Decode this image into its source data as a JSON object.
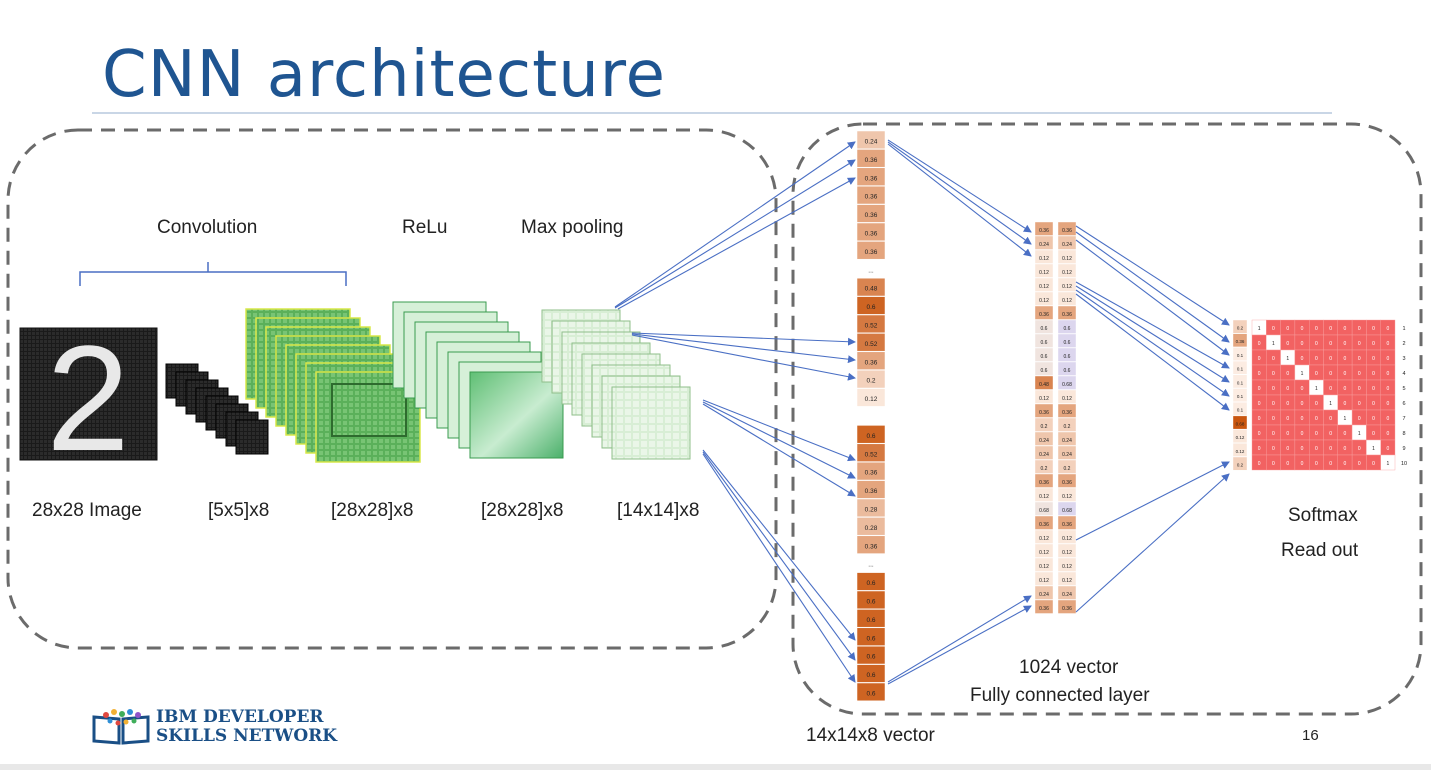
{
  "slide": {
    "title": "CNN architecture",
    "page_number": "16"
  },
  "labels": {
    "convolution": "Convolution",
    "relu": "ReLu",
    "max_pooling": "Max pooling",
    "input_image": "28x28 Image",
    "kernels": "[5x5]x8",
    "conv_maps": "[28x28]x8",
    "relu_maps": "[28x28]x8",
    "pooled_maps": "[14x14]x8",
    "flat_vector": "14x14x8 vector",
    "fc_size": "1024 vector",
    "fc_name": "Fully connected layer",
    "softmax": "Softmax",
    "readout": "Read out",
    "ellipsis": "..."
  },
  "input_digit": "2",
  "flat_vector_values": [
    "0.24",
    "0.36",
    "0.36",
    "0.36",
    "0.36",
    "0.36",
    "0.36",
    "...",
    "0.48",
    "0.6",
    "0.52",
    "0.52",
    "0.36",
    "0.2",
    "0.12",
    "",
    "0.6",
    "0.52",
    "0.36",
    "0.36",
    "0.28",
    "0.28",
    "0.36",
    "...",
    "0.6",
    "0.6",
    "0.6",
    "0.6",
    "0.6",
    "0.6",
    "0.6"
  ],
  "fc_column_a": [
    "0.36",
    "0.24",
    "0.12",
    "0.12",
    "0.12",
    "0.12",
    "0.36",
    "0.6",
    "0.6",
    "0.6",
    "0.6",
    "0.48",
    "0.12",
    "0.36",
    "0.2",
    "0.24",
    "0.24",
    "0.2",
    "0.36",
    "0.12",
    "0.68",
    "0.36",
    "0.12",
    "0.12",
    "0.12",
    "0.12",
    "0.24",
    "0.36"
  ],
  "fc_column_b": [
    "0.36",
    "0.24",
    "0.12",
    "0.12",
    "0.12",
    "0.12",
    "0.36",
    "0.6",
    "0.6",
    "0.6",
    "0.6",
    "0.68",
    "0.12",
    "0.36",
    "0.2",
    "0.24",
    "0.24",
    "0.2",
    "0.36",
    "0.12",
    "0.68",
    "0.36",
    "0.12",
    "0.12",
    "0.12",
    "0.12",
    "0.24",
    "0.36"
  ],
  "softmax_input": [
    "0.2",
    "0.36",
    "0.1",
    "0.1",
    "0.1",
    "0.1",
    "0.1",
    "0.68",
    "0.12",
    "0.12",
    "0.2"
  ],
  "softmax_rows": [
    "1",
    "2",
    "3",
    "4",
    "5",
    "6",
    "7",
    "8",
    "9",
    "10"
  ],
  "softmax_cell_zero": "0",
  "softmax_cell_one": "1",
  "logo": {
    "line1": "IBM DEVELOPER",
    "line2": "SKILLS NETWORK"
  },
  "colors": {
    "title": "#1f5591",
    "arrow": "#4a6fc4",
    "orange_dark": "#c9560f",
    "orange_light": "#f3c3a3",
    "green": "#4caf50",
    "softmax_red": "#f26262",
    "dash": "#6b6b6b"
  }
}
